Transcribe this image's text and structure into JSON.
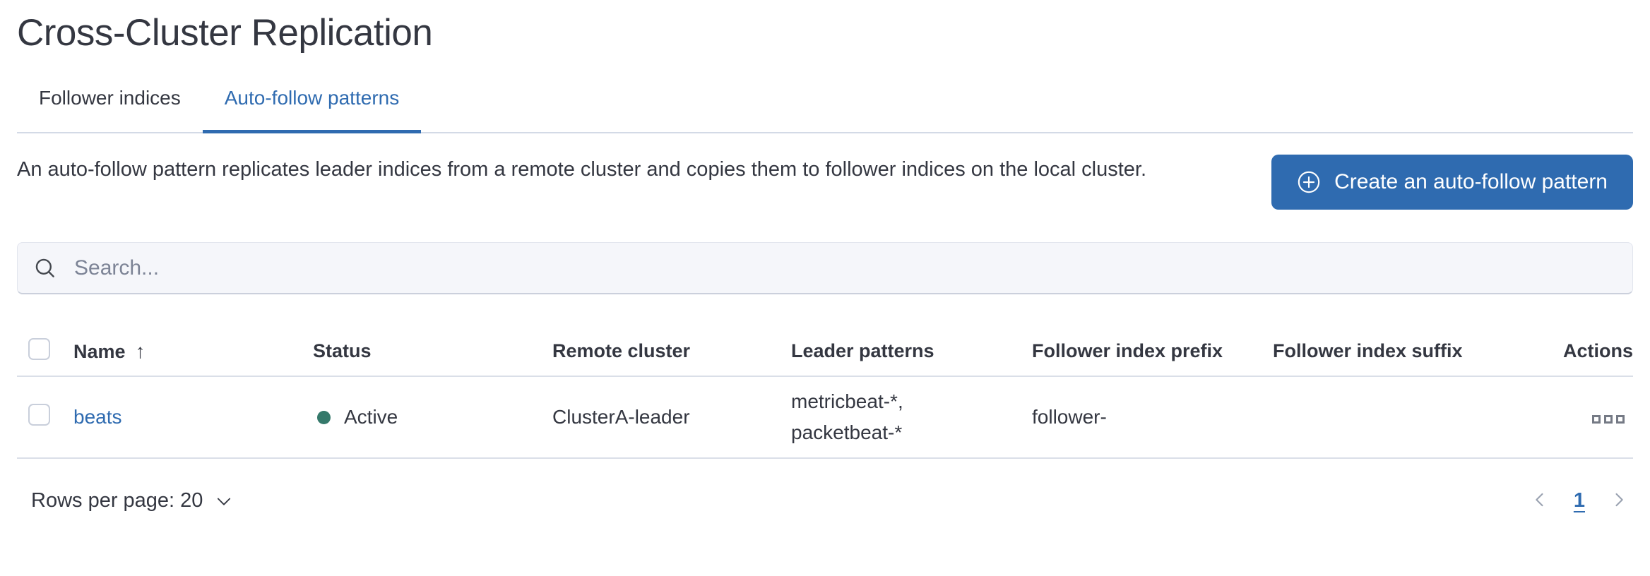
{
  "page": {
    "title": "Cross-Cluster Replication"
  },
  "tabs": [
    {
      "label": "Follower indices",
      "active": false
    },
    {
      "label": "Auto-follow patterns",
      "active": true
    }
  ],
  "description": "An auto-follow pattern replicates leader indices from a remote cluster and copies them to follower indices on the local cluster.",
  "create_button": {
    "label": "Create an auto-follow pattern",
    "icon": "plus-in-circle-icon"
  },
  "search": {
    "placeholder": "Search...",
    "icon": "search-icon"
  },
  "table": {
    "headers": [
      "Name",
      "Status",
      "Remote cluster",
      "Leader patterns",
      "Follower index prefix",
      "Follower index suffix",
      "Actions"
    ],
    "sort": {
      "column": "Name",
      "direction": "ascending",
      "icon": "sort-ascending-icon"
    },
    "rows": [
      {
        "name": "beats",
        "status": "Active",
        "remote_cluster": "ClusterA-leader",
        "leader_patterns_lines": [
          "metricbeat-*,",
          "packetbeat-*"
        ],
        "follower_index_prefix": "follower-",
        "follower_index_suffix": ""
      }
    ]
  },
  "footer": {
    "rows_per_page_label": "Rows per page: 20",
    "pagination": {
      "current_page": "1"
    }
  },
  "colors": {
    "accent": "#2f6bb0",
    "status_active": "#35796b",
    "text": "#343741",
    "muted": "#69707d",
    "border": "#d3dae6"
  }
}
